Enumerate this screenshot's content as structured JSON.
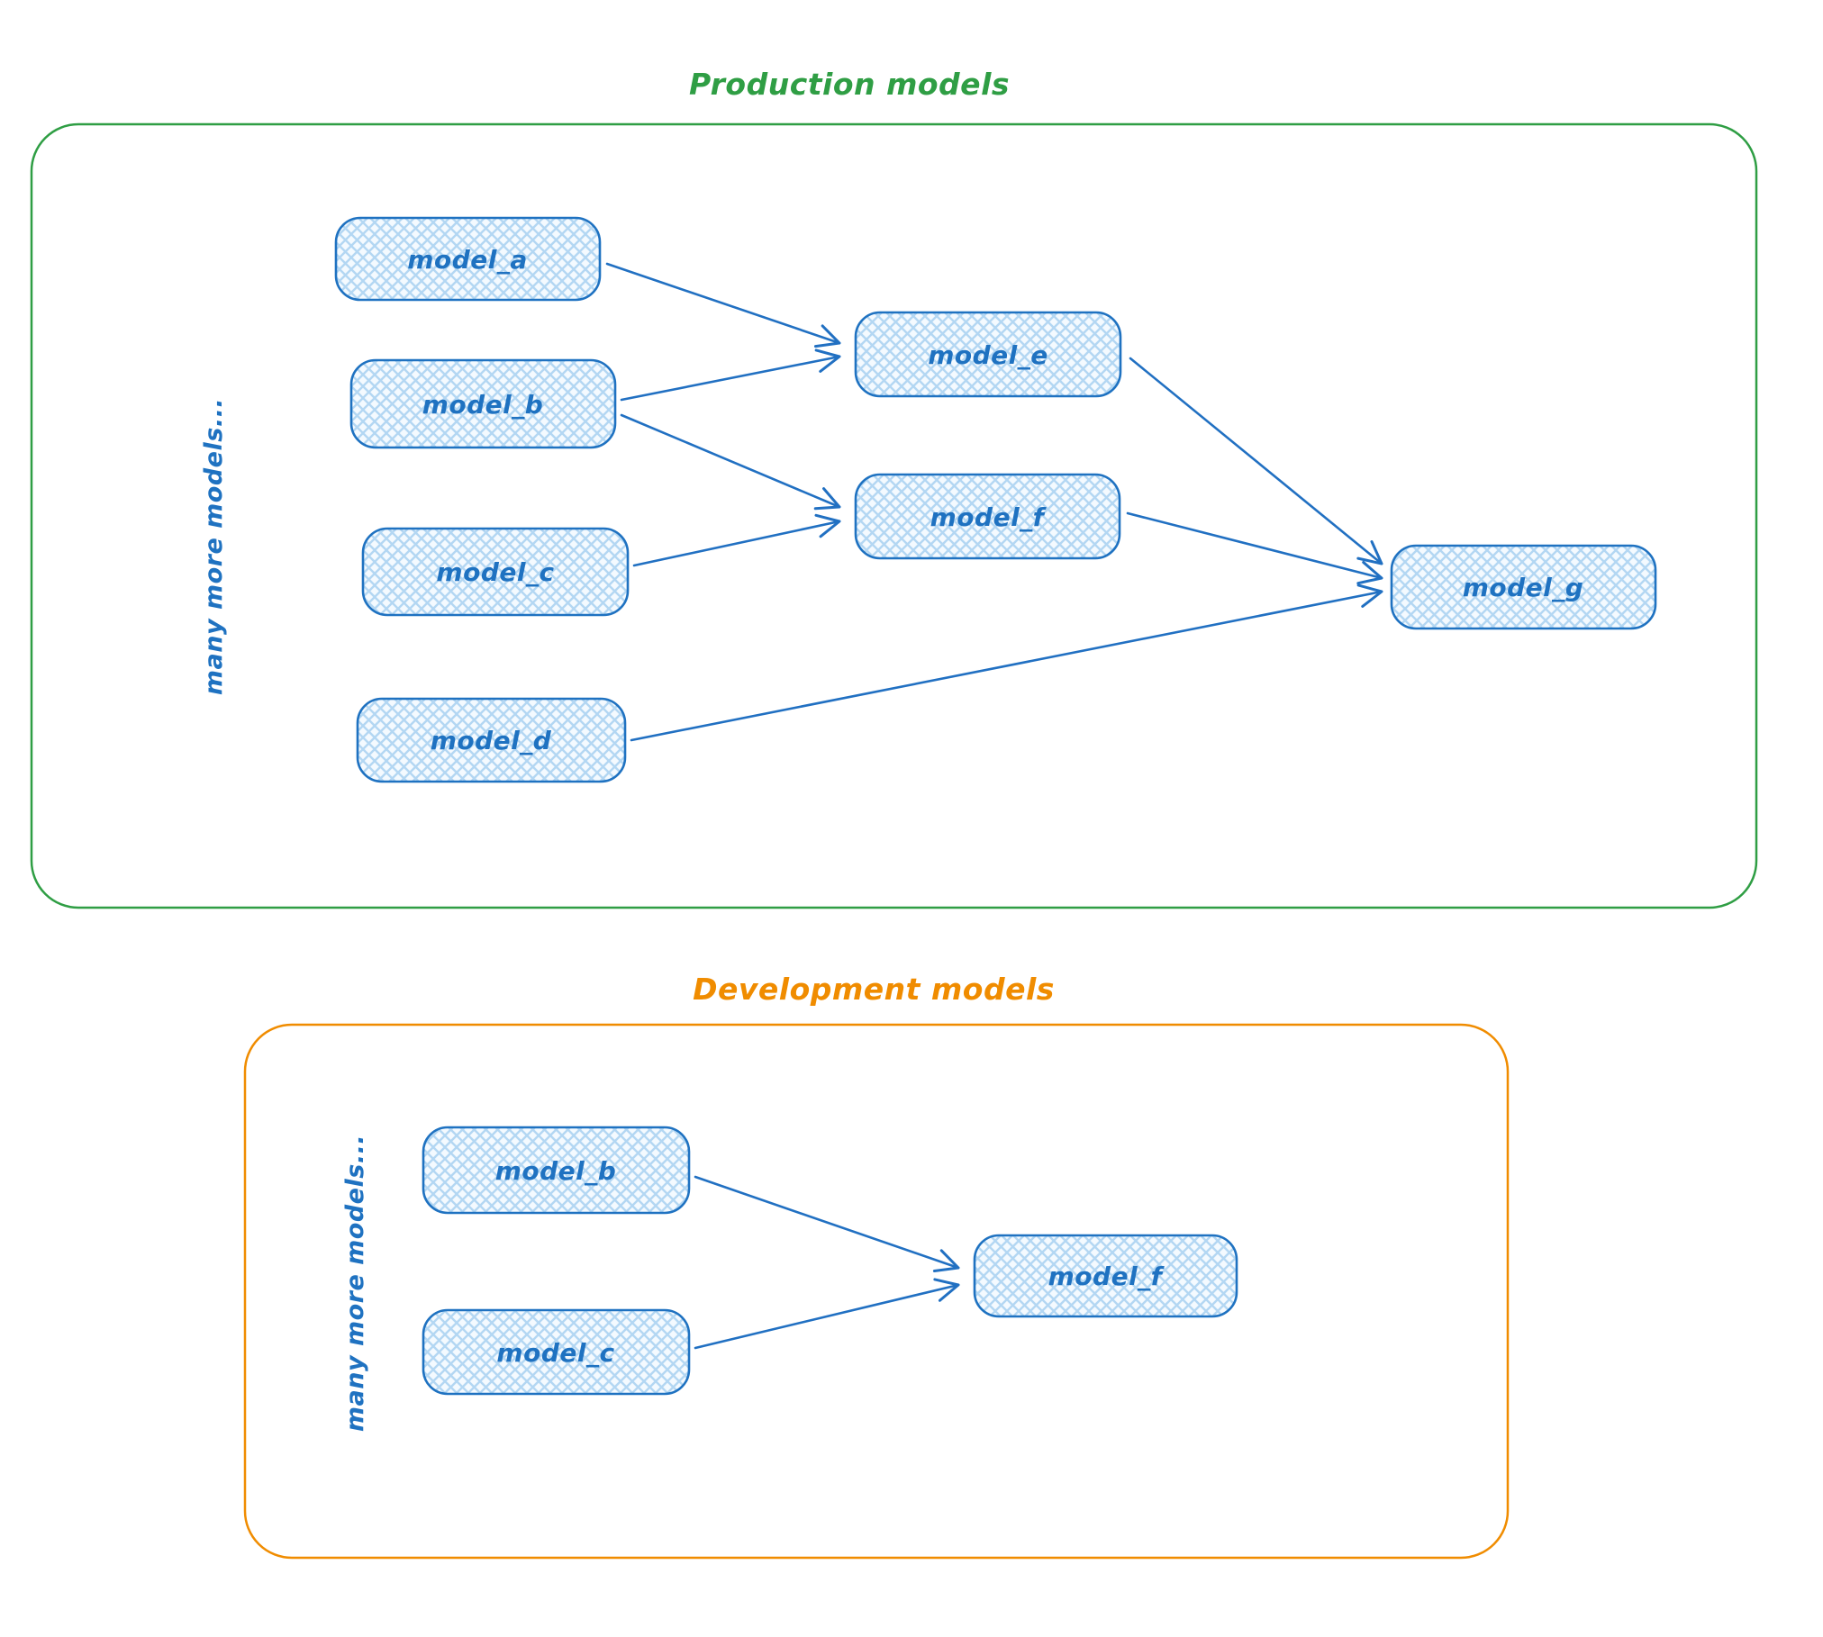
{
  "colors": {
    "node_stroke_blue": "#1f72c1",
    "node_hatch_blue": "#b3d7f3",
    "node_bg_tint": "#f4faff",
    "arrow_blue": "#2170c2",
    "production_green": "#2f9e44",
    "development_orange": "#f08c00",
    "background": "#ffffff"
  },
  "production": {
    "title": "Production models",
    "side_label": "many more models...",
    "node_labels": {
      "model_a": "model_a",
      "model_b": "model_b",
      "model_c": "model_c",
      "model_d": "model_d",
      "model_e": "model_e",
      "model_f": "model_f",
      "model_g": "model_g"
    },
    "edges": [
      {
        "from": "model_a",
        "to": "model_e"
      },
      {
        "from": "model_b",
        "to": "model_e"
      },
      {
        "from": "model_b",
        "to": "model_f"
      },
      {
        "from": "model_c",
        "to": "model_f"
      },
      {
        "from": "model_e",
        "to": "model_g"
      },
      {
        "from": "model_f",
        "to": "model_g"
      },
      {
        "from": "model_d",
        "to": "model_g"
      }
    ]
  },
  "development": {
    "title": "Development models",
    "side_label": "many more models...",
    "node_labels": {
      "model_b": "model_b",
      "model_c": "model_c",
      "model_f": "model_f"
    },
    "edges": [
      {
        "from": "model_b",
        "to": "model_f"
      },
      {
        "from": "model_c",
        "to": "model_f"
      }
    ]
  }
}
